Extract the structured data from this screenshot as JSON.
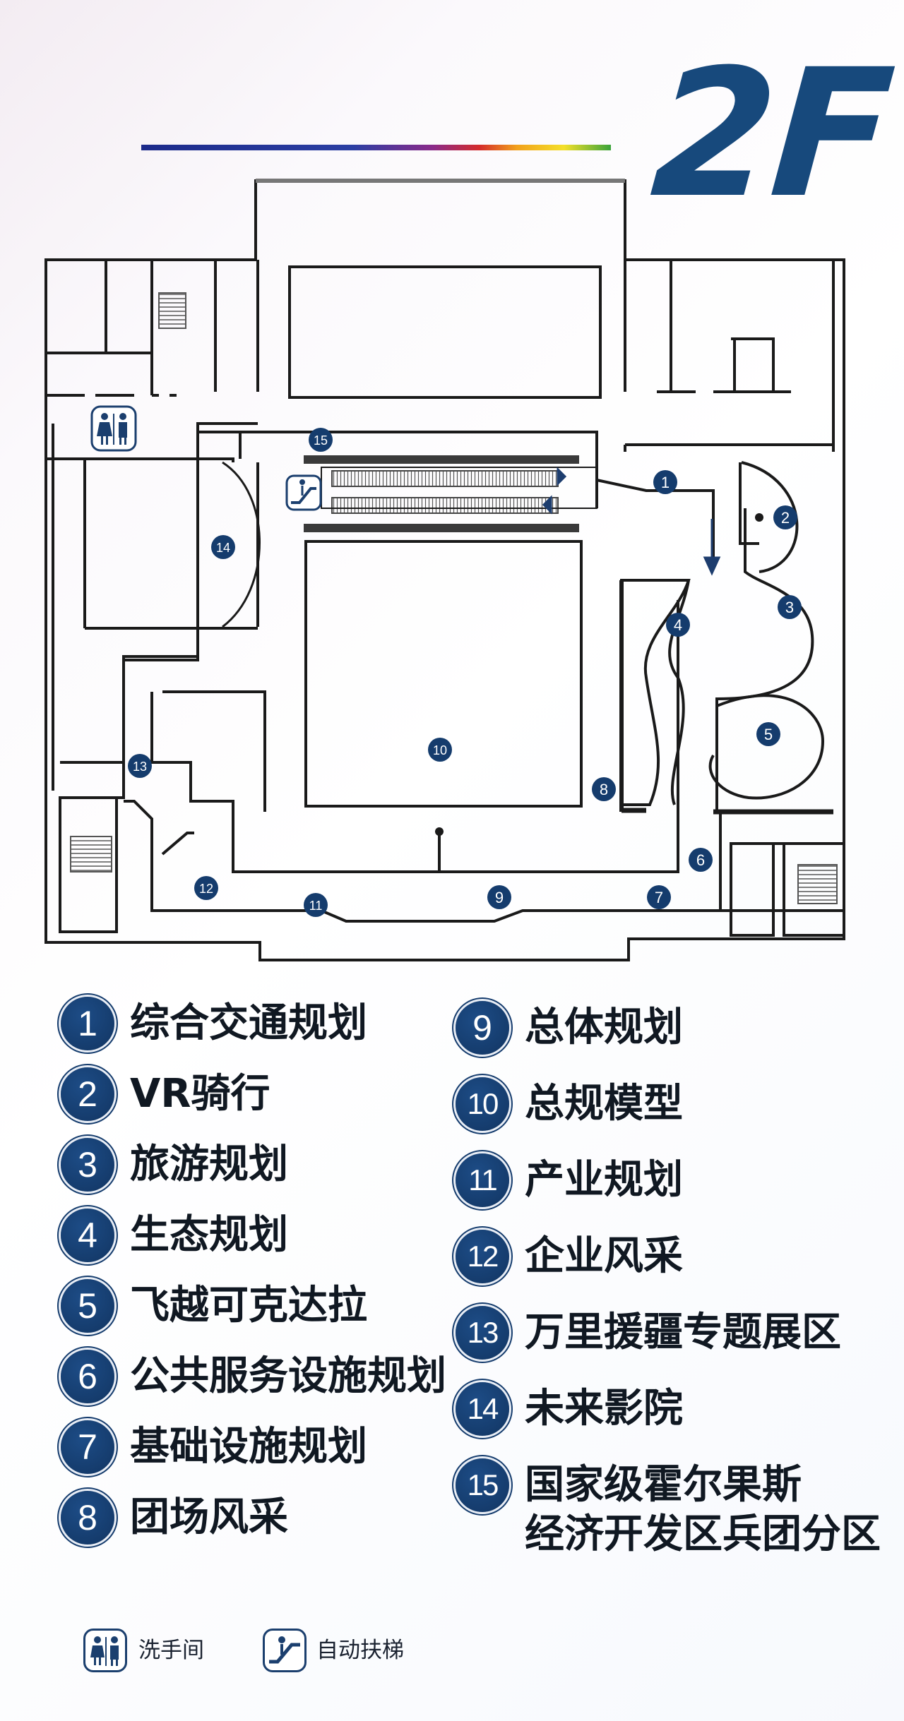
{
  "floor": {
    "title": "2F"
  },
  "legend": [
    {
      "num": "1",
      "label": "综合交通规划"
    },
    {
      "num": "2",
      "label": "VR骑行"
    },
    {
      "num": "3",
      "label": "旅游规划"
    },
    {
      "num": "4",
      "label": "生态规划"
    },
    {
      "num": "5",
      "label": "飞越可克达拉"
    },
    {
      "num": "6",
      "label": "公共服务设施规划"
    },
    {
      "num": "7",
      "label": "基础设施规划"
    },
    {
      "num": "8",
      "label": "团场风采"
    },
    {
      "num": "9",
      "label": "总体规划"
    },
    {
      "num": "10",
      "label": "总规模型"
    },
    {
      "num": "11",
      "label": "产业规划"
    },
    {
      "num": "12",
      "label": "企业风采"
    },
    {
      "num": "13",
      "label": "万里援疆专题展区"
    },
    {
      "num": "14",
      "label": "未来影院"
    },
    {
      "num": "15",
      "label": "国家级霍尔果斯",
      "label2": "经济开发区兵团分区"
    }
  ],
  "footer": {
    "restroom_label": "洗手间",
    "escalator_label": "自动扶梯"
  },
  "colors": {
    "brand_blue": "#17497c",
    "badge_blue": "#153c6d",
    "wall": "#1a1a1a"
  },
  "icons": [
    "restroom-icon",
    "escalator-icon",
    "stairs-icon"
  ]
}
